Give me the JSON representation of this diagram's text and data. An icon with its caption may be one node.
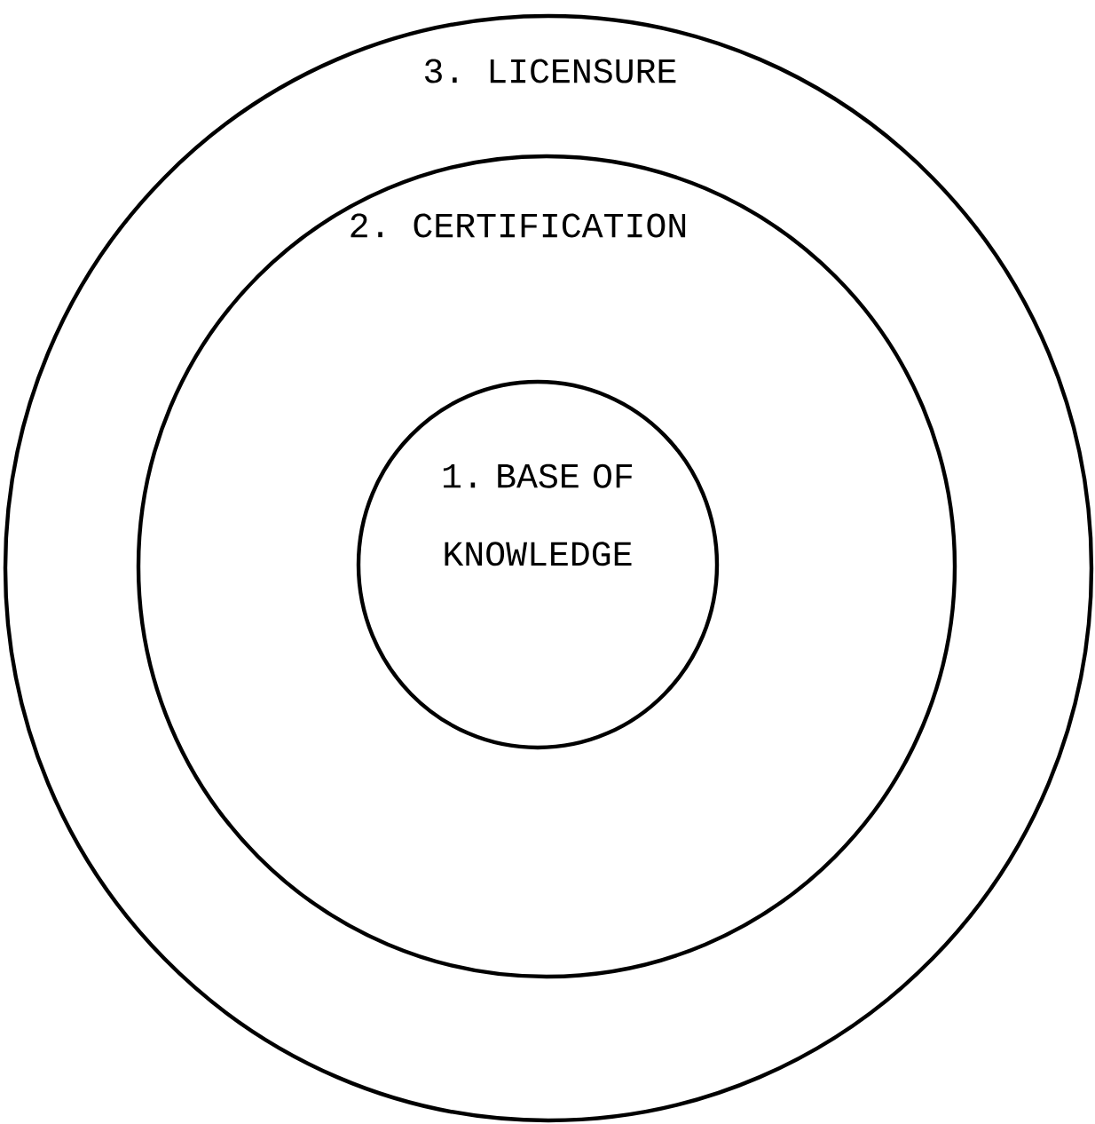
{
  "diagram": {
    "nodes": [
      {
        "text": [
          "3. LICENSURE"
        ]
      },
      {
        "text": [
          "2. CERTIFICATION"
        ],
        "in": 0
      },
      {
        "text": [
          "1. BASE OF KNOWLEDGE"
        ],
        "in": 1
      }
    ]
  }
}
